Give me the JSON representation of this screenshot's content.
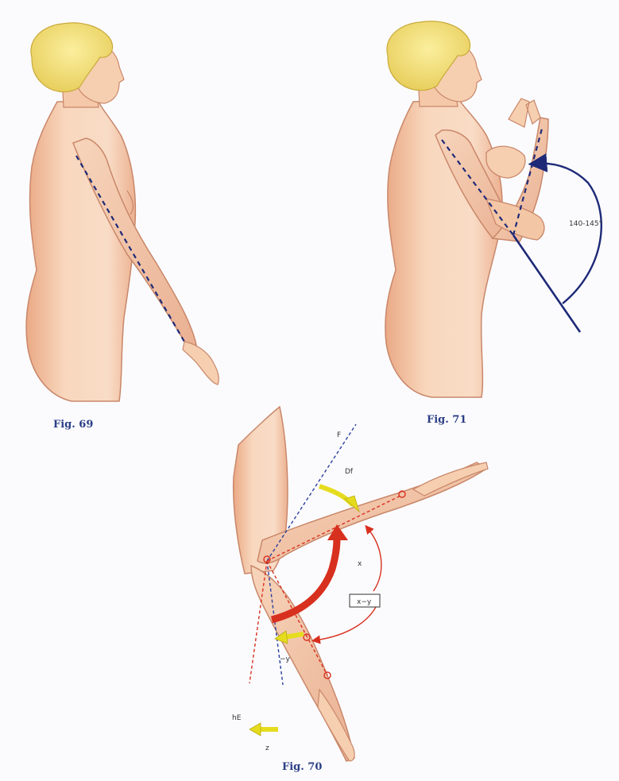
{
  "figures": {
    "fig69": {
      "caption": "Fig. 69"
    },
    "fig71": {
      "caption": "Fig. 71",
      "angle_label": "140-145°"
    },
    "fig70": {
      "caption": "Fig. 70",
      "labels": {
        "F": "F",
        "Df": "Df",
        "x": "x",
        "x_minus_y": "x−y",
        "minus_y": "−y",
        "hE": "hE",
        "z": "z"
      }
    }
  },
  "colors": {
    "skin": "#f6cfb0",
    "skin_shadow": "#e7a883",
    "outline": "#c9876a",
    "hair": "#f2df7e",
    "axis_navy": "#1e2a78",
    "red": "#d8301f",
    "yellow_arrow": "#e6dc1e"
  }
}
